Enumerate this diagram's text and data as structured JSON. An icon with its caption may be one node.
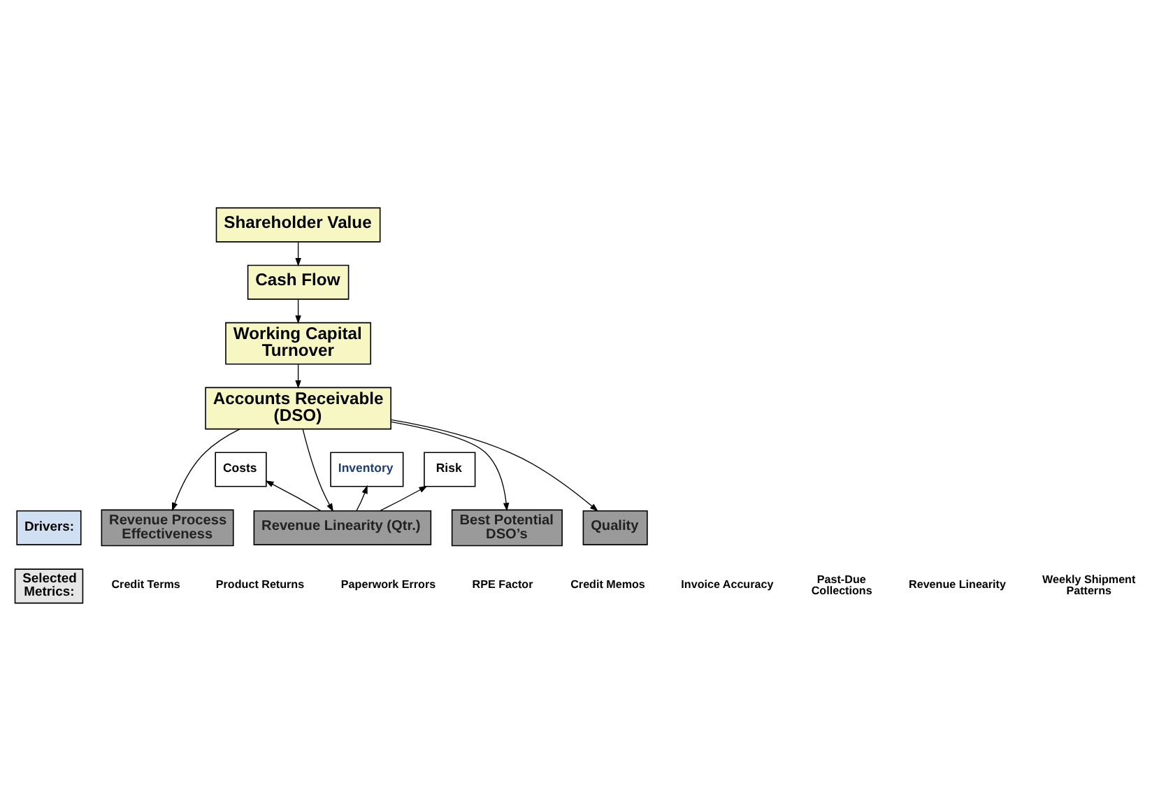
{
  "diagram": {
    "nodes": [
      {
        "text": [
          "Shareholder Value"
        ]
      },
      {
        "text": [
          "Cash Flow"
        ]
      },
      {
        "text": [
          "Working Capital Turnover"
        ]
      },
      {
        "text": [
          "Accounts Receivable (DSO)"
        ]
      },
      {
        "text": [
          "Costs"
        ]
      },
      {
        "text": [
          "Inventory"
        ]
      },
      {
        "text": [
          "Risk"
        ]
      },
      {
        "text": [
          "Drivers:"
        ]
      },
      {
        "text": [
          "Best Potential DSO’s"
        ]
      },
      {
        "text": [
          "Quality"
        ]
      },
      {
        "text": [
          "Revenue Process Effectiveness"
        ]
      },
      {
        "text": [
          "Revenue Linearity (Qtr.)"
        ]
      },
      {
        "text": [
          "Selected Metrics:"
        ]
      }
    ],
    "edges": [
      {
        "from": 0,
        "to": 1,
        "arrow": "to"
      },
      {
        "from": 1,
        "to": 2,
        "arrow": "to"
      },
      {
        "from": 2,
        "to": 3,
        "arrow": "to"
      },
      {
        "from": 3,
        "to": 8,
        "arrow": "to"
      },
      {
        "from": 3,
        "to": 9,
        "arrow": "to"
      },
      {
        "from": 3,
        "to": 10,
        "arrow": "to"
      },
      {
        "from": 3,
        "to": 11,
        "arrow": "to"
      },
      {
        "from": 11,
        "to": 4,
        "arrow": "to"
      },
      {
        "from": 11,
        "to": 5,
        "arrow": "to"
      },
      {
        "from": 11,
        "to": 6,
        "arrow": "to"
      }
    ],
    "labels": [
      "Credit Terms",
      "Product Returns",
      "Paperwork Errors",
      "RPE Factor",
      "Credit Memos",
      "Invoice Accuracy",
      "Past-Due Collections",
      "Revenue Linearity",
      "Weekly Shipment Patterns"
    ]
  }
}
